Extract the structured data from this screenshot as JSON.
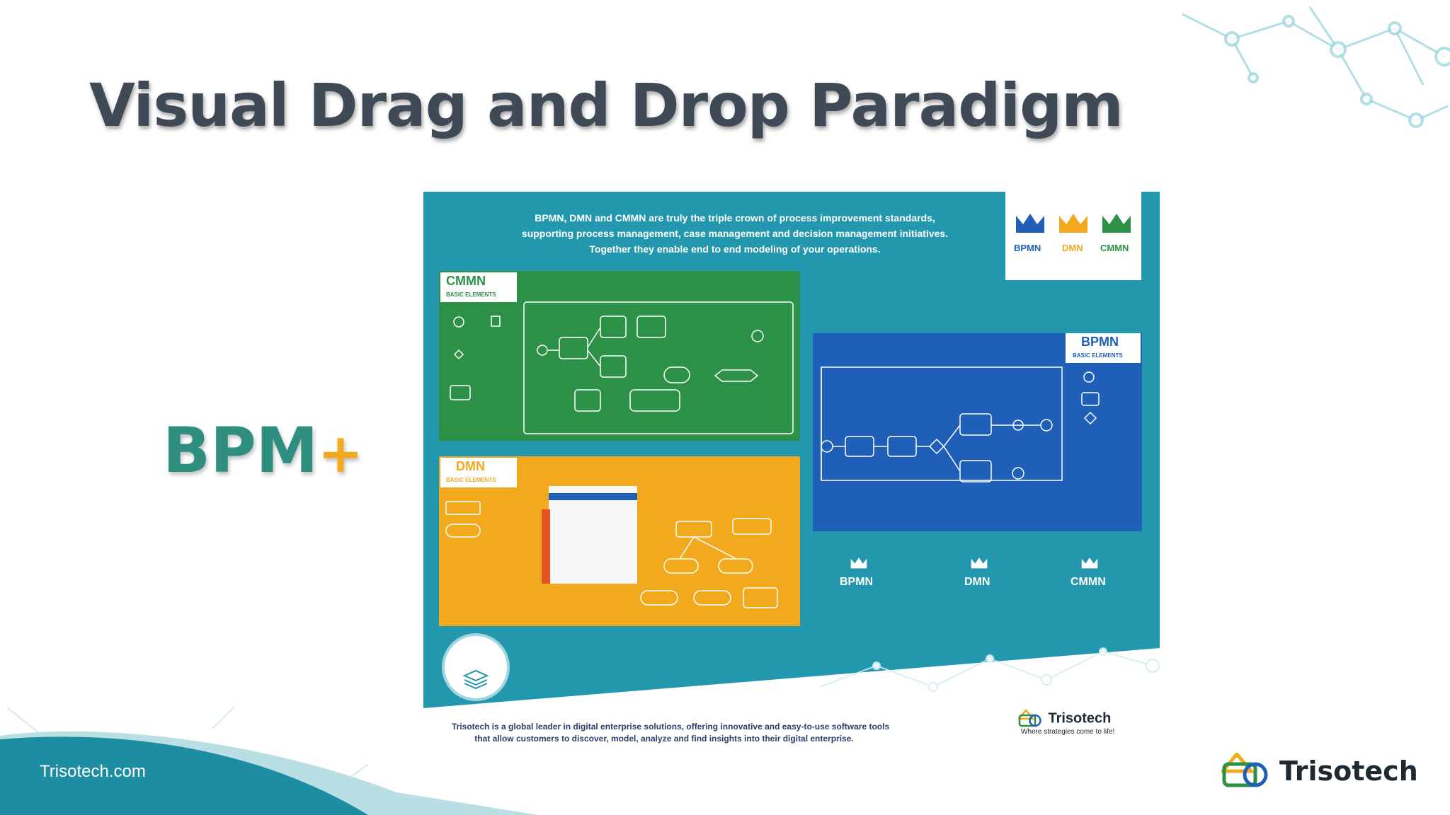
{
  "slide": {
    "title": "Visual Drag and Drop Paradigm",
    "logo_text": "BPM",
    "logo_plus": "+",
    "footer_site": "Trisotech.com",
    "brand_name": "Trisotech"
  },
  "poster": {
    "intro_line1": "BPMN, DMN and CMMN are truly the triple crown of process improvement standards,",
    "intro_line2": "supporting process management, case management and decision management initiatives.",
    "intro_line3": "Together they enable end to end modeling of your operations.",
    "crowns": [
      "BPMN",
      "DMN",
      "CMMN"
    ],
    "cmmn_panel": {
      "title": "CMMN",
      "subtitle": "BASIC ELEMENTS"
    },
    "dmn_panel": {
      "title": "DMN",
      "subtitle": "BASIC ELEMENTS"
    },
    "bpmn_panel": {
      "title": "BPMN",
      "subtitle": "BASIC ELEMENTS"
    },
    "standards": [
      "BPMN",
      "DMN",
      "CMMN"
    ],
    "footer_line1": "Trisotech is a global leader in digital enterprise solutions, offering innovative and easy-to-use software tools",
    "footer_line2": "that allow customers to discover, model, analyze and find insights into their digital enterprise.",
    "footer_brand": "Trisotech",
    "footer_tagline": "Where strategies come to life!"
  },
  "colors": {
    "teal_bg": "#2397ad",
    "cmmn_green": "#2c9047",
    "dmn_orange": "#f2a91e",
    "bpmn_blue": "#1f5fb8",
    "title_gray": "#3f4a56",
    "logo_teal": "#2e8f80"
  }
}
